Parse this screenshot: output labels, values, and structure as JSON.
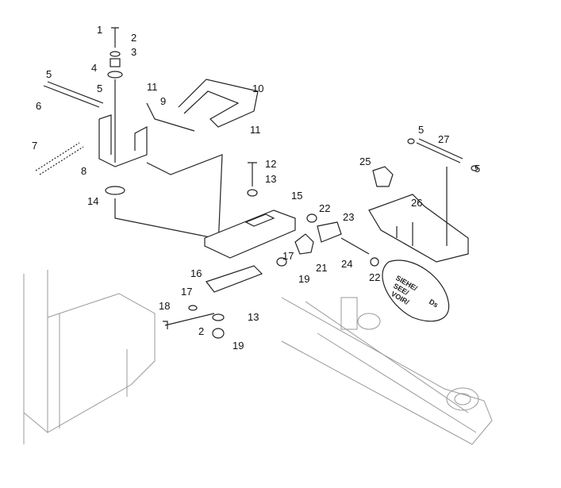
{
  "diagram": {
    "callouts": [
      "1",
      "2",
      "3",
      "4",
      "5",
      "5",
      "6",
      "11",
      "9",
      "10",
      "11",
      "7",
      "8",
      "12",
      "13",
      "14",
      "15",
      "25",
      "5",
      "27",
      "5",
      "22",
      "23",
      "26",
      "21",
      "24",
      "19",
      "22",
      "17",
      "16",
      "17",
      "18",
      "13",
      "2",
      "19"
    ],
    "reference_note": {
      "lines": [
        "SIEHE/",
        "SEE/",
        "VOIR/"
      ],
      "code": "Ds"
    }
  }
}
